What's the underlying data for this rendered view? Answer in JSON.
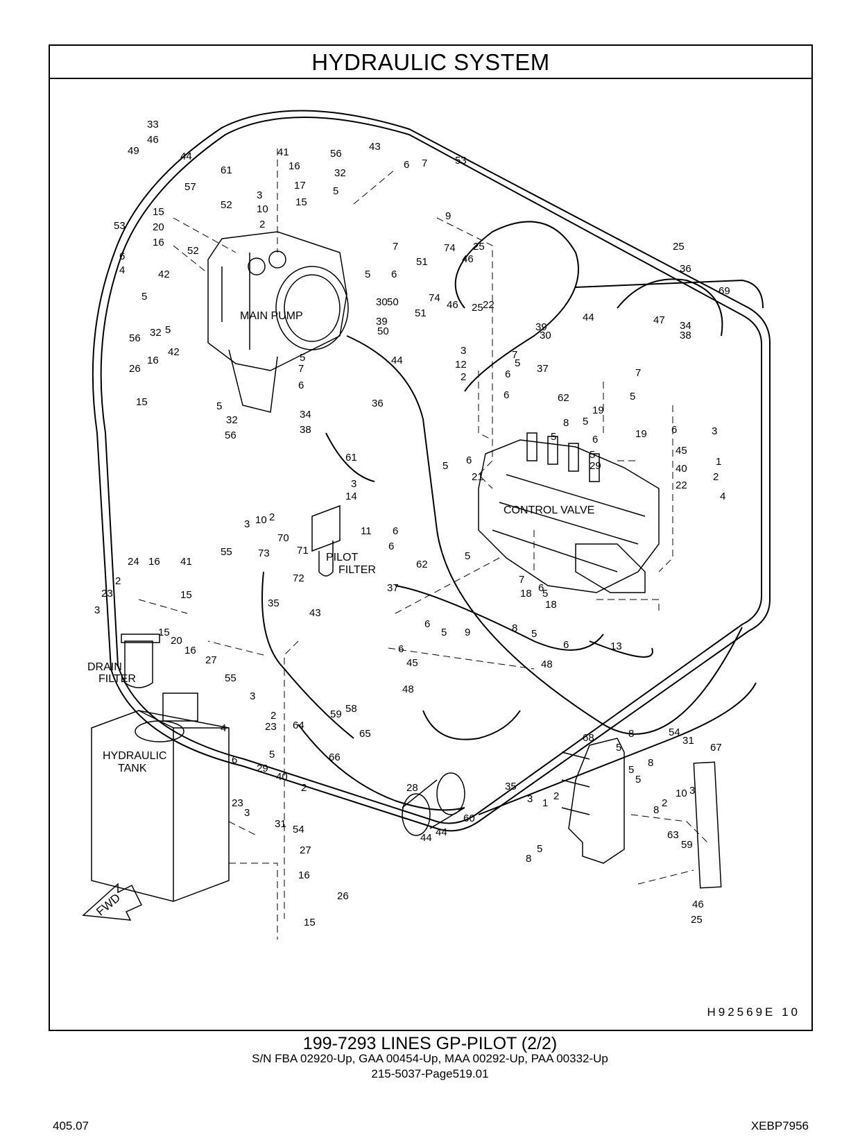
{
  "title": "HYDRAULIC   SYSTEM",
  "drawing_number": "H92569E   10",
  "footer": {
    "line1": "199-7293   LINES   GP-PILOT (2/2)",
    "line2": "S/N FBA 02920-Up, GAA 00454-Up, MAA 00292-Up, PAA 00332-Up",
    "line3": "215-5037-Page519.01"
  },
  "page_number": "405.07",
  "doc_number": "XEBP7956",
  "components": {
    "main_pump": "MAIN PUMP",
    "control_valve": "CONTROL VALVE",
    "pilot_filter_1": "PILOT",
    "pilot_filter_2": "FILTER",
    "drain_filter_1": "DRAIN",
    "drain_filter_2": "FILTER",
    "hydraulic_tank_1": "HYDRAULIC",
    "hydraulic_tank_2": "TANK",
    "fwd": "FWD"
  },
  "callouts": [
    "33",
    "46",
    "49",
    "44",
    "57",
    "41",
    "61",
    "16",
    "17",
    "15",
    "3",
    "10",
    "2",
    "52",
    "56",
    "32",
    "5",
    "43",
    "6",
    "7",
    "53",
    "9",
    "15",
    "20",
    "16",
    "53",
    "6",
    "4",
    "42",
    "5",
    "52",
    "56",
    "32",
    "5",
    "26",
    "16",
    "42",
    "15",
    "7",
    "5",
    "6",
    "74",
    "51",
    "46",
    "25",
    "30",
    "50",
    "39",
    "51",
    "74",
    "46",
    "25",
    "50",
    "44",
    "36",
    "22",
    "30",
    "39",
    "3",
    "12",
    "2",
    "6",
    "7",
    "5",
    "37",
    "6",
    "5",
    "7",
    "6",
    "34",
    "38",
    "5",
    "32",
    "56",
    "61",
    "3",
    "14",
    "11",
    "10",
    "2",
    "3",
    "70",
    "55",
    "73",
    "71",
    "72",
    "35",
    "43",
    "24",
    "16",
    "41",
    "2",
    "23",
    "3",
    "15",
    "15",
    "20",
    "16",
    "27",
    "55",
    "3",
    "23",
    "2",
    "4",
    "5",
    "6",
    "29",
    "40",
    "2",
    "23",
    "3",
    "31",
    "54",
    "27",
    "16",
    "26",
    "15",
    "64",
    "59",
    "58",
    "65",
    "66",
    "28",
    "44",
    "44",
    "60",
    "35",
    "3",
    "1",
    "2",
    "68",
    "8",
    "5",
    "5",
    "8",
    "54",
    "31",
    "67",
    "3",
    "2",
    "10",
    "5",
    "8",
    "63",
    "59",
    "46",
    "25",
    "8",
    "5",
    "44",
    "47",
    "34",
    "38",
    "25",
    "36",
    "69",
    "7",
    "5",
    "62",
    "8",
    "5",
    "19",
    "5",
    "6",
    "5",
    "19",
    "6",
    "45",
    "40",
    "29",
    "22",
    "3",
    "1",
    "2",
    "4",
    "5",
    "6",
    "21",
    "6",
    "6",
    "62",
    "37",
    "5",
    "7",
    "18",
    "6",
    "8",
    "5",
    "18",
    "13",
    "6",
    "5",
    "6",
    "45",
    "9",
    "5",
    "6",
    "48",
    "48"
  ]
}
